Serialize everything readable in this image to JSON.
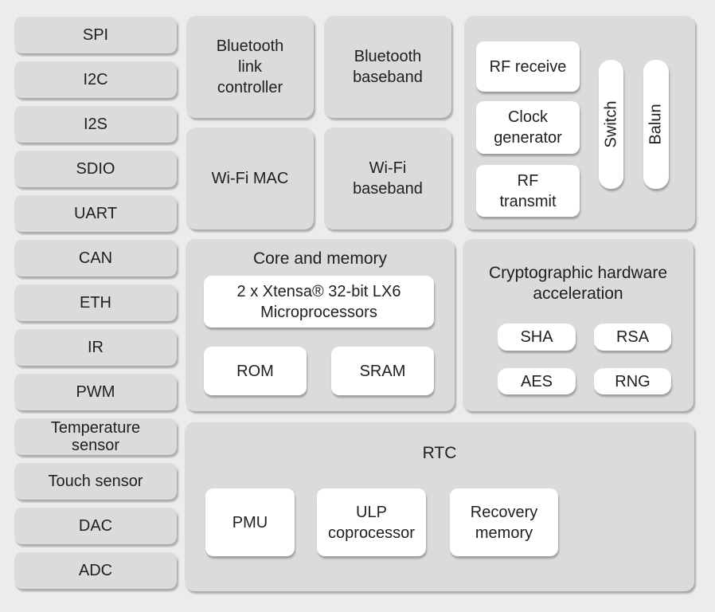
{
  "colors": {
    "background": "#ececec",
    "block_gray": "#dbdbdb",
    "box_white": "#ffffff",
    "text": "#1f1f1f",
    "shadow": "#8f8f8f"
  },
  "peripherals": [
    "SPI",
    "I2C",
    "I2S",
    "SDIO",
    "UART",
    "CAN",
    "ETH",
    "IR",
    "PWM",
    "Temperature\nsensor",
    "Touch sensor",
    "DAC",
    "ADC"
  ],
  "radio": {
    "bluetooth_link_controller": "Bluetooth\nlink\ncontroller",
    "bluetooth_baseband": "Bluetooth\nbaseband",
    "wifi_mac": "Wi-Fi MAC",
    "wifi_baseband": "Wi-Fi\nbaseband"
  },
  "rf": {
    "receive": "RF receive",
    "clock_generator": "Clock\ngenerator",
    "transmit": "RF\ntransmit",
    "switch": "Switch",
    "balun": "Balun"
  },
  "core": {
    "title": "Core and memory",
    "cpu": "2 x Xtensa® 32-bit LX6\nMicroprocessors",
    "rom": "ROM",
    "sram": "SRAM"
  },
  "crypto": {
    "title": "Cryptographic hardware\nacceleration",
    "sha": "SHA",
    "rsa": "RSA",
    "aes": "AES",
    "rng": "RNG"
  },
  "rtc": {
    "title": "RTC",
    "pmu": "PMU",
    "ulp": "ULP\ncoprocessor",
    "recovery": "Recovery\nmemory"
  }
}
